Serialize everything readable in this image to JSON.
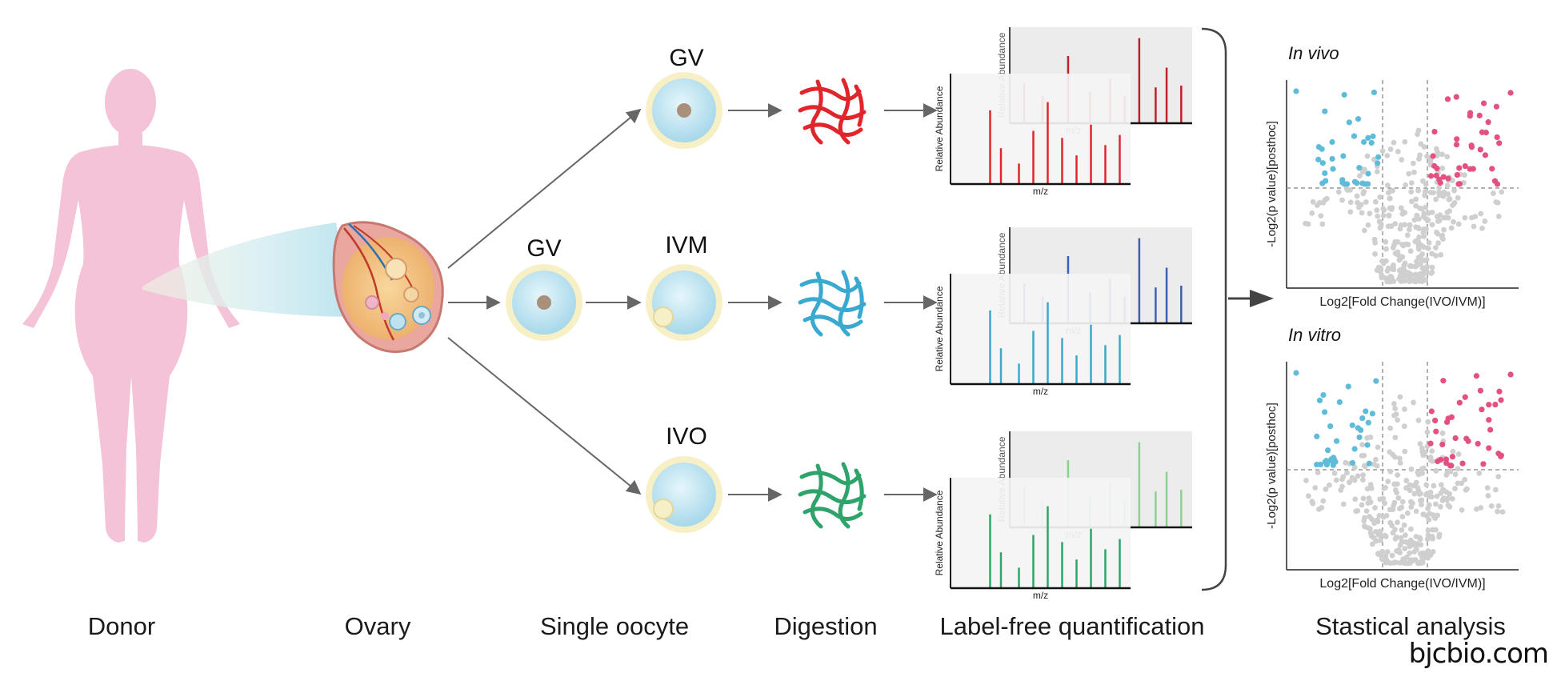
{
  "stages": {
    "donor": "Donor",
    "ovary": "Ovary",
    "single_oocyte": "Single oocyte",
    "digestion": "Digestion",
    "label_free": "Label-free quantification",
    "statistical": "Stastical analysis"
  },
  "oocytes": {
    "gv_source": "GV",
    "gv_top": "GV",
    "ivm": "IVM",
    "ivo": "IVO"
  },
  "spectra": {
    "ylabel": "Relative Abundance",
    "xlabel": "m/z"
  },
  "volcano": {
    "top_title": "In vivo",
    "bottom_title": "In vitro",
    "xlabel": "Log2[Fold Change(IVO/IVM)]",
    "ylabel": "-Log2(p value)[posthoc]"
  },
  "watermark": "bjcbio.com",
  "colors": {
    "gv_row": "#e0262b",
    "ivm_row": "#3aa9cf",
    "ivo_row": "#2ea36a",
    "ivm_back": "#3f5fae",
    "ivo_back": "#8fcf95",
    "volcano_up": "#e4507f",
    "volcano_down": "#5fbcd8",
    "volcano_ns": "#cfcfcf",
    "body": "#f4c3d8",
    "arrow": "#666666"
  }
}
